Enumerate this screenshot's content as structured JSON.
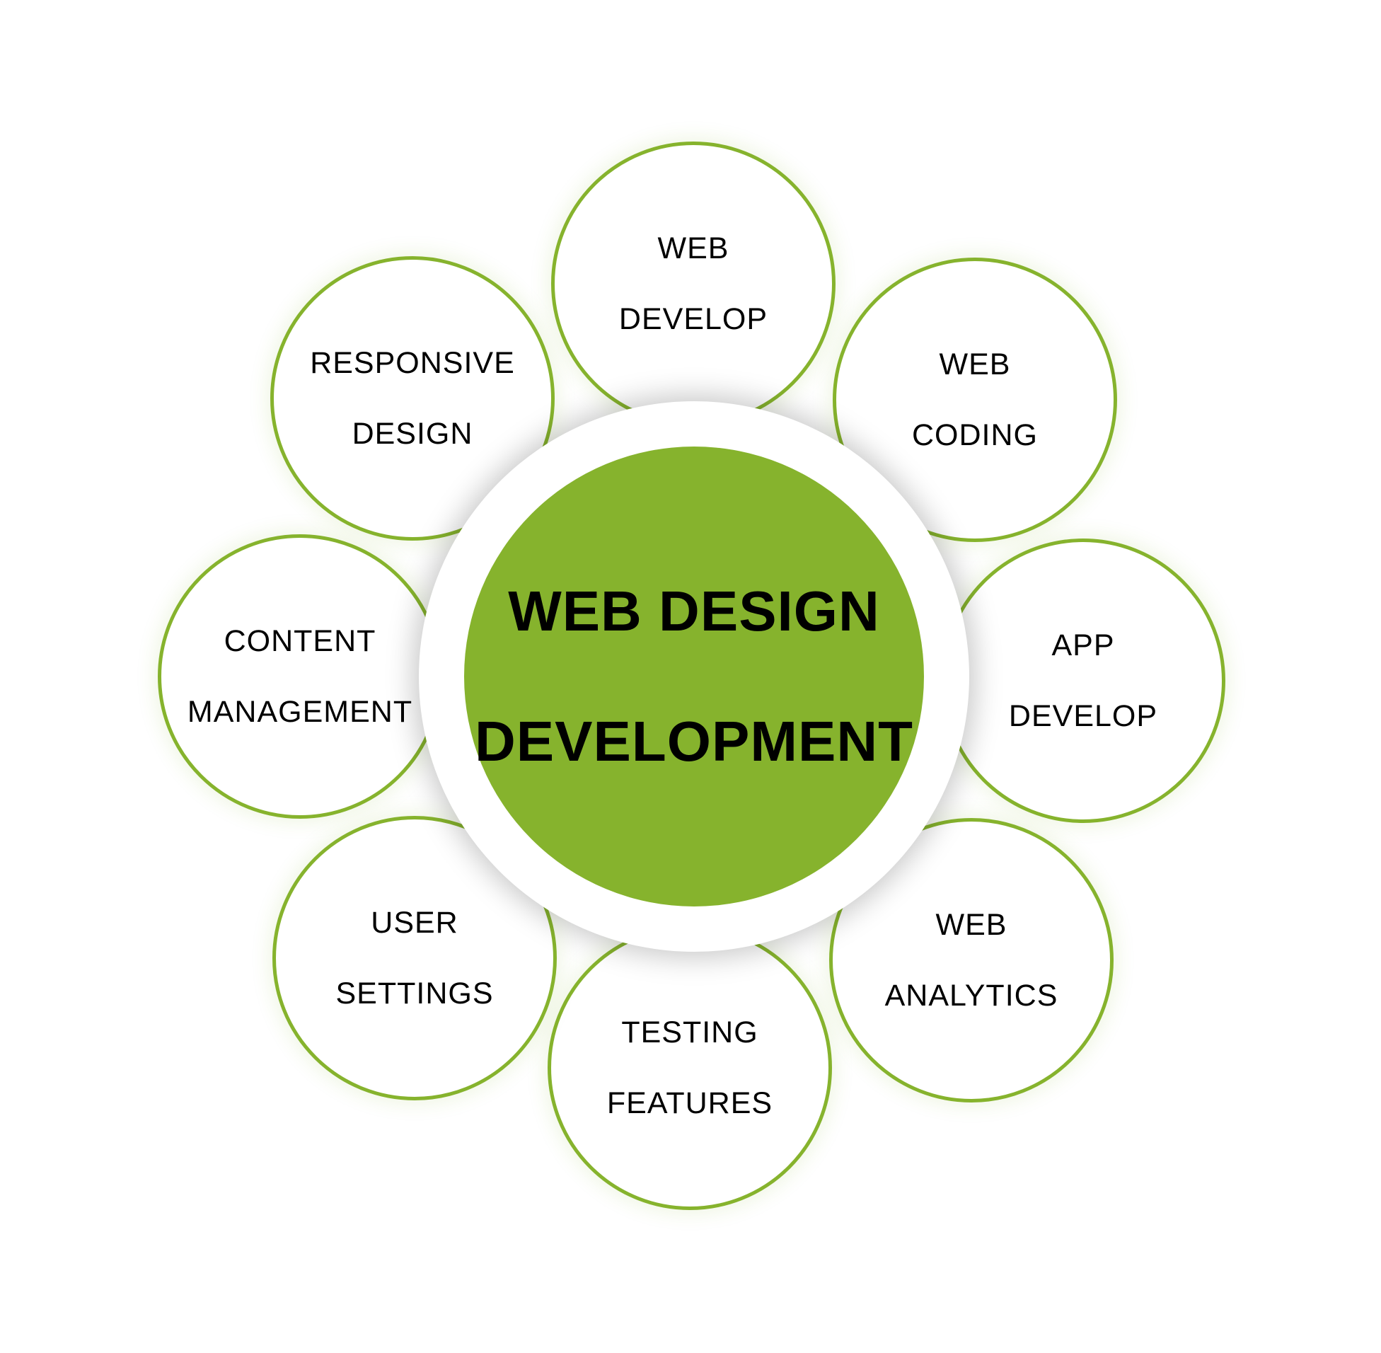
{
  "diagram": {
    "type": "hub-and-spoke",
    "center": {
      "line1": "WEB DESIGN",
      "line2": "DEVELOPMENT"
    },
    "nodes": [
      {
        "line1": "WEB",
        "line2": "DEVELOP",
        "position": "top"
      },
      {
        "line1": "WEB",
        "line2": "CODING",
        "position": "top-right"
      },
      {
        "line1": "APP",
        "line2": "DEVELOP",
        "position": "right"
      },
      {
        "line1": "WEB",
        "line2": "ANALYTICS",
        "position": "bottom-right"
      },
      {
        "line1": "TESTING",
        "line2": "FEATURES",
        "position": "bottom"
      },
      {
        "line1": "USER",
        "line2": "SETTINGS",
        "position": "bottom-left"
      },
      {
        "line1": "CONTENT",
        "line2": "MANAGEMENT",
        "position": "left"
      },
      {
        "line1": "RESPONSIVE",
        "line2": "DESIGN",
        "position": "top-left"
      }
    ],
    "colors": {
      "accent": "#86b32d",
      "background": "#ffffff",
      "text": "#000000"
    }
  }
}
